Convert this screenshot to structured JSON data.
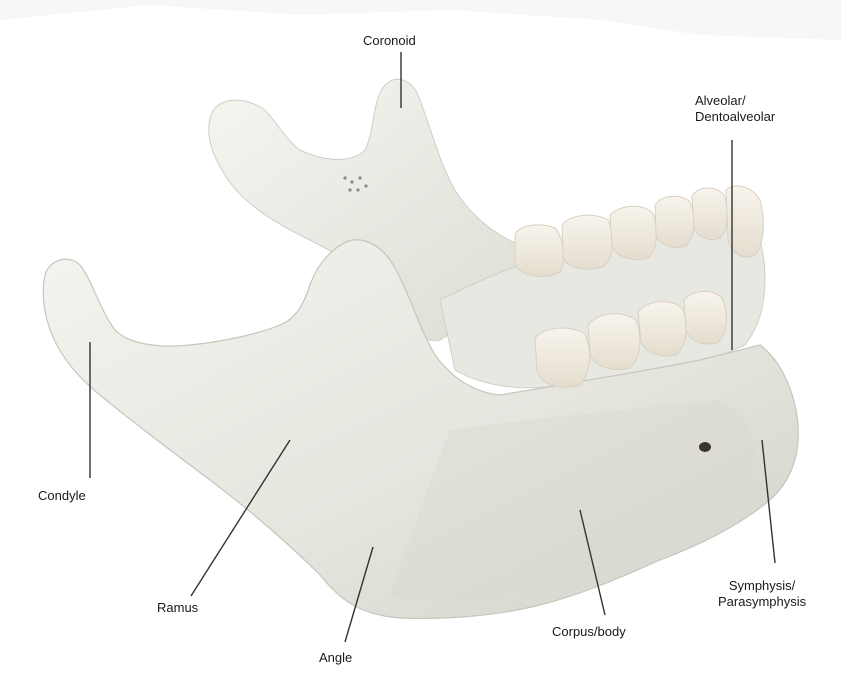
{
  "colors": {
    "background": "#ffffff",
    "bone_light": "#eeeee8",
    "bone_mid": "#dfdfd8",
    "bone_shadow": "#c9c9c2",
    "tooth": "#f3efe6",
    "leader_line": "#333333",
    "label_text": "#1a1a1a"
  },
  "labels": {
    "coronoid": "Coronoid",
    "alveolar_line1": "Alveolar/",
    "alveolar_line2": "Dentoalveolar",
    "condyle": "Condyle",
    "ramus": "Ramus",
    "angle": "Angle",
    "corpus": "Corpus/body",
    "symphysis_line1": "Symphysis/",
    "symphysis_line2": "Parasymphysis"
  },
  "icons": {
    "figure": "mandible-bone-photo"
  }
}
